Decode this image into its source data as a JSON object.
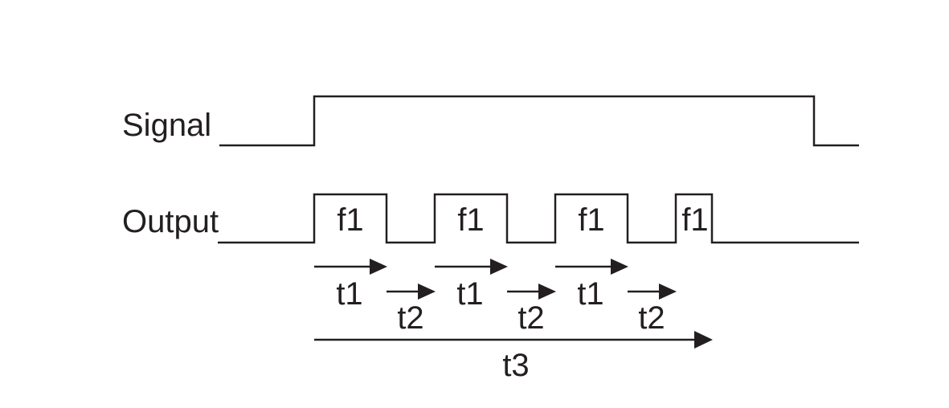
{
  "labels": {
    "signal": "Signal",
    "output": "Output"
  },
  "pulses": [
    {
      "label": "f1"
    },
    {
      "label": "f1"
    },
    {
      "label": "f1"
    },
    {
      "label": "f1"
    }
  ],
  "timings": {
    "t1": [
      "t1",
      "t1",
      "t1"
    ],
    "t2": [
      "t2",
      "t2",
      "t2"
    ],
    "t3": "t3"
  },
  "colors": {
    "line": "#231f20",
    "background": "#ffffff"
  }
}
